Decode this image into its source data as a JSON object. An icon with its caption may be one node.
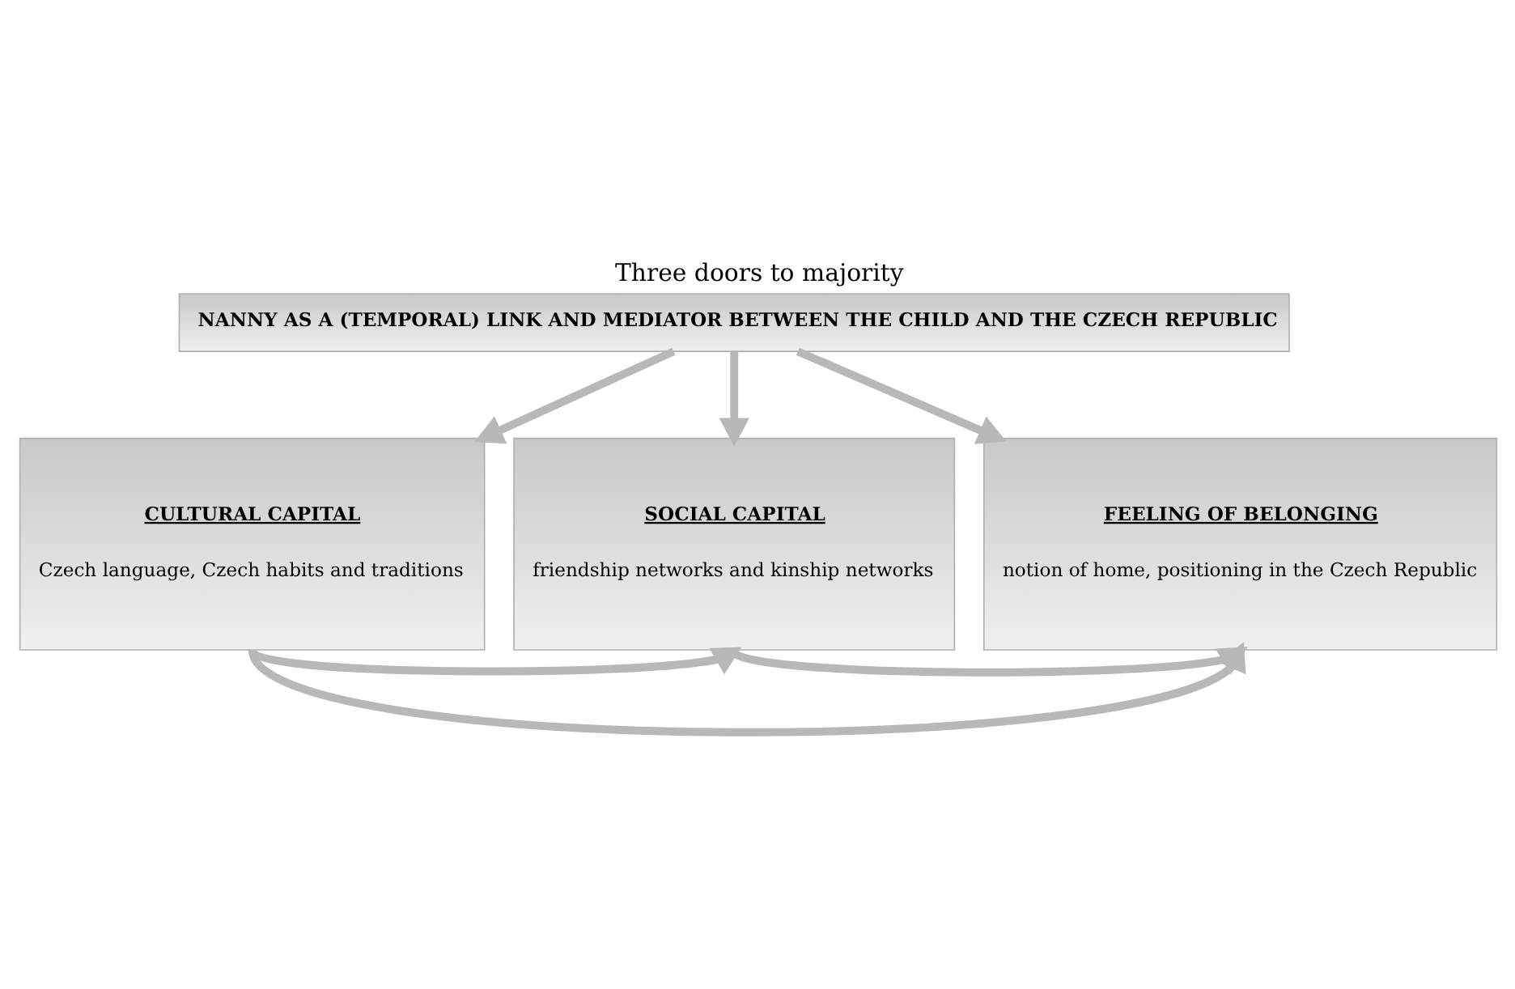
{
  "diagram": {
    "title": "Three doors to majority",
    "nodes": [
      {
        "text": [
          "NANNY AS A (TEMPORAL) LINK AND MEDIATOR BETWEEN THE CHILD AND THE CZECH REPUBLIC"
        ]
      },
      {
        "text": [
          "CULTURAL CAPITAL",
          "Czech language, Czech habits and traditions"
        ]
      },
      {
        "text": [
          "SOCIAL CAPITAL",
          "friendship networks and kinship networks"
        ]
      },
      {
        "text": [
          "FEELING OF BELONGING",
          "notion of home, positioning in the Czech Republic"
        ]
      }
    ],
    "edges": [
      {
        "from": 0,
        "to": 1,
        "arrow": "to"
      },
      {
        "from": 0,
        "to": 2,
        "arrow": "to"
      },
      {
        "from": 0,
        "to": 3,
        "arrow": "to"
      },
      {
        "from": 1,
        "to": 2,
        "arrow": "to"
      },
      {
        "from": 2,
        "to": 3,
        "arrow": "to"
      },
      {
        "from": 1,
        "to": 3,
        "arrow": "to"
      }
    ]
  }
}
